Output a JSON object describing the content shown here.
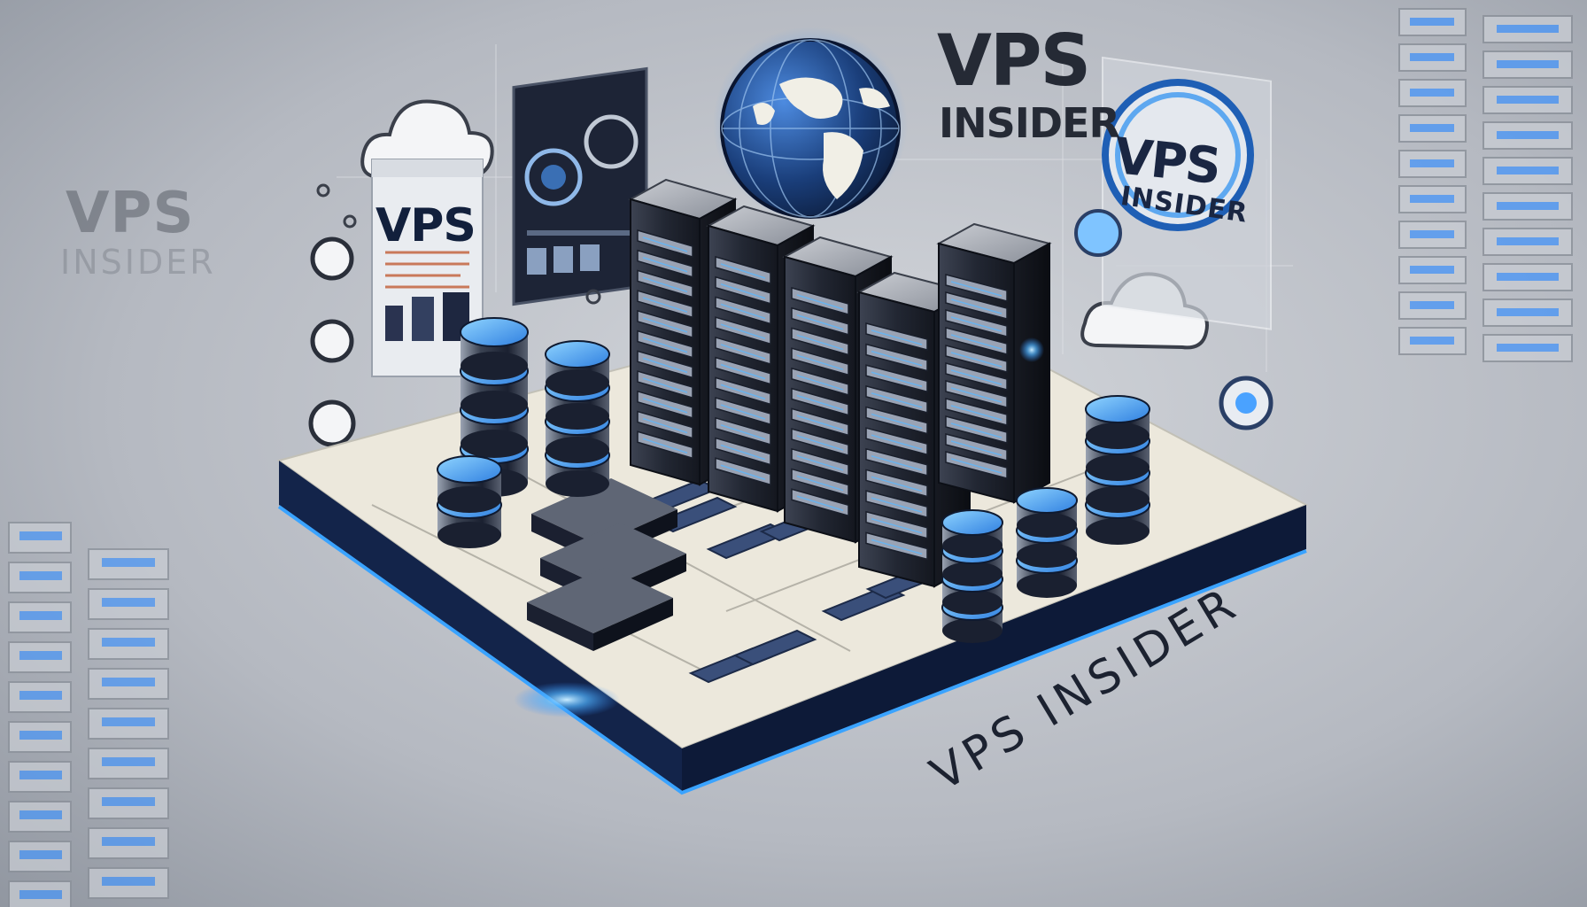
{
  "brand": {
    "left_top": "VPS",
    "left_bottom": "INSIDER",
    "top_line1": "VPS",
    "top_line2": "INSIDER",
    "paper_title": "VPS",
    "badge_line1": "VPS",
    "badge_line2": "INSIDER",
    "bottom_right": "VPS INSIDER"
  },
  "icons": {
    "cloud_left": "cloud-icon",
    "cloud_right": "cloud-icon",
    "globe": "globe-icon"
  },
  "colors": {
    "background": "#b8bcc3",
    "accent_blue": "#2f8bff",
    "glow_blue": "#5ab8ff",
    "dark_server": "#1b1f2a",
    "platform_surface": "#ece8dc",
    "platform_edge": "#0f1c3a"
  }
}
